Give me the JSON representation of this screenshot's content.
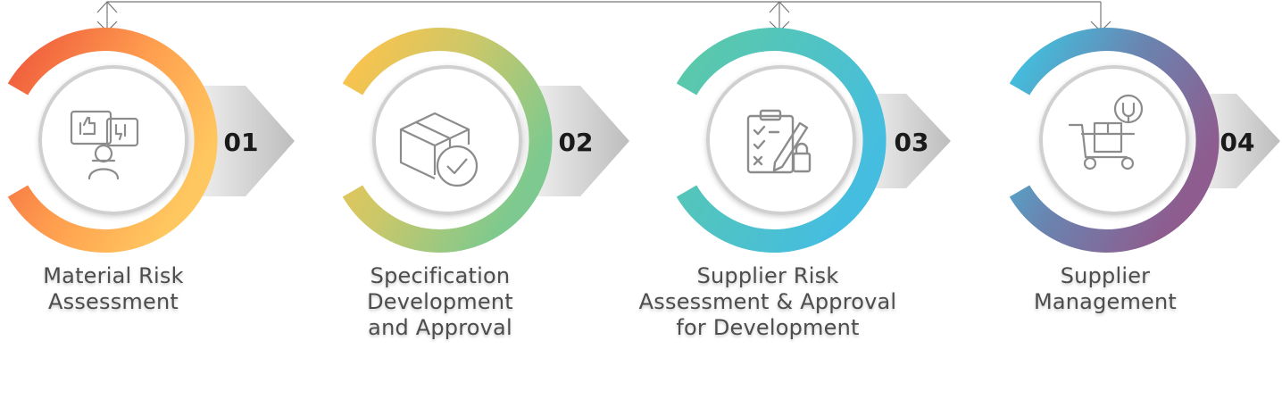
{
  "steps": [
    {
      "number": "01",
      "label_lines": [
        "Material Risk",
        "Assessment"
      ],
      "icon": "feedback-person-icon",
      "gradient": [
        "#ef5a3c",
        "#ffc75f"
      ]
    },
    {
      "number": "02",
      "label_lines": [
        "Specification",
        "Development",
        "and Approval"
      ],
      "icon": "box-check-icon",
      "gradient": [
        "#ffc24a",
        "#7dc98f"
      ]
    },
    {
      "number": "03",
      "label_lines": [
        "Supplier Risk",
        "Assessment & Approval",
        "for Development"
      ],
      "icon": "clipboard-checklist-icon",
      "gradient": [
        "#5cc9a7",
        "#45bde0"
      ]
    },
    {
      "number": "04",
      "label_lines": [
        "Supplier",
        "Management"
      ],
      "icon": "cart-wrench-icon",
      "gradient": [
        "#3fc4e2",
        "#8e5c8e"
      ]
    }
  ],
  "colors": {
    "connector": "#777777",
    "ring_shadow": "#d4d4d4",
    "arrow_light": "#f4f4f4",
    "arrow_dark": "#c2c2c2"
  }
}
